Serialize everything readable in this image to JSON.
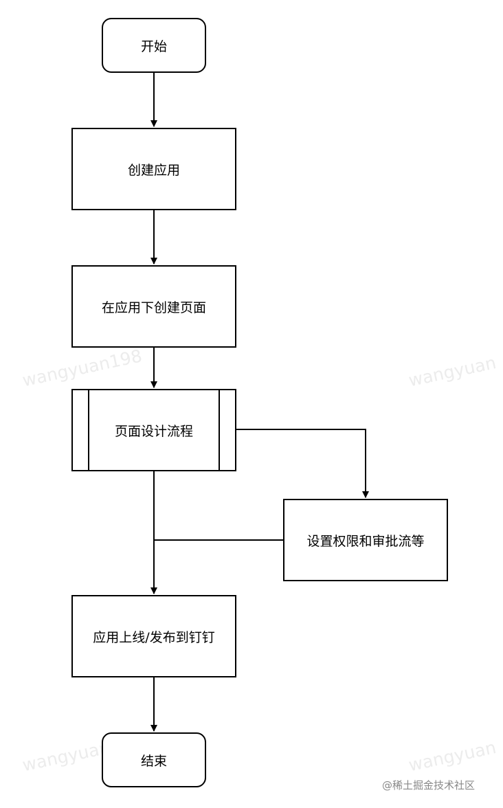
{
  "flowchart": {
    "nodes": [
      {
        "id": "start",
        "label": "开始"
      },
      {
        "id": "create_app",
        "label": "创建应用"
      },
      {
        "id": "create_page",
        "label": "在应用下创建页面"
      },
      {
        "id": "page_design",
        "label": "页面设计流程"
      },
      {
        "id": "settings",
        "label": "设置权限和审批流等"
      },
      {
        "id": "publish",
        "label": "应用上线/发布到钉钉"
      },
      {
        "id": "end",
        "label": "结束"
      }
    ],
    "edges": [
      {
        "from": "start",
        "to": "create_app"
      },
      {
        "from": "create_app",
        "to": "create_page"
      },
      {
        "from": "create_page",
        "to": "page_design"
      },
      {
        "from": "page_design",
        "to": "settings"
      },
      {
        "from": "page_design",
        "to": "publish"
      },
      {
        "from": "settings",
        "to": "publish"
      },
      {
        "from": "publish",
        "to": "end"
      }
    ],
    "line_color": "#000000"
  },
  "watermark": {
    "text": "wangyuan",
    "text_alt": "wangyuan198"
  },
  "credit": "@稀土掘金技术社区"
}
